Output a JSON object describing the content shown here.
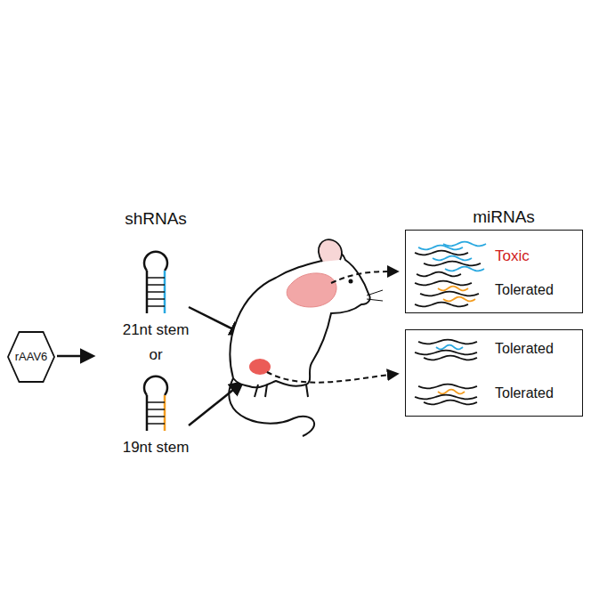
{
  "diagram": {
    "nodes": [
      {
        "text": [
          "rAAV6"
        ]
      },
      {
        "text": [
          "Toxic",
          "Tolerated"
        ]
      },
      {
        "text": [
          "Tolerated",
          "Tolerated"
        ]
      }
    ],
    "labels": [
      "shRNAs",
      "21nt stem",
      "or",
      "19nt stem",
      "miRNAs"
    ]
  }
}
